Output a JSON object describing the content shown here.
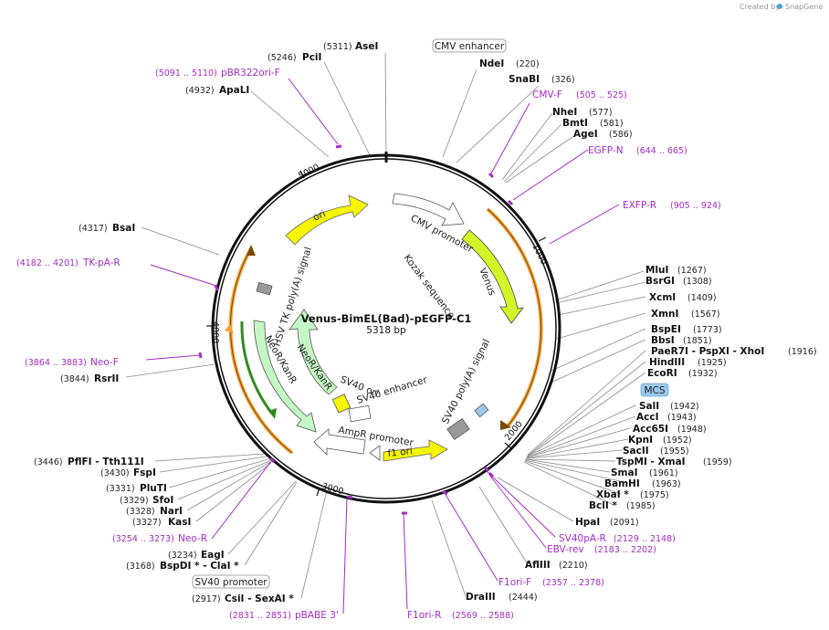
{
  "credit": {
    "text": "Created by",
    "brand": "SnapGene"
  },
  "plasmid": {
    "name": "Venus-BimEL(Bad)-pEGFP-C1",
    "size": "5318 bp"
  },
  "ticks": [
    "1000",
    "2000",
    "3000",
    "4000",
    "5000"
  ],
  "colors": {
    "backbone": "#111111",
    "venus": "#d4f42a",
    "ori": "#f5f500",
    "resistance": "#c5f7c5",
    "promoter": "#ffffff",
    "polyA_signal": "#9a9a9a",
    "mcs": "#9cc9ee",
    "primer": "#a32cc4",
    "orange_track": "#f4a23a",
    "green_track": "#2e8b1e"
  },
  "features": {
    "cmv_enhancer": "CMV enhancer",
    "cmv_promoter": "CMV promoter",
    "kozak": "Kozak sequence",
    "venus": "Venus",
    "sv40_polya": "SV40 poly(A) signal",
    "f1_ori": "f1 ori",
    "ampr_promoter": "AmpR promoter",
    "sv40_ori": "SV40 ori",
    "sv40_enhancer": "SV40 enhancer",
    "neokanr_inner": "NeoR/KanR",
    "neokanr_outer": "NeoR/KanR",
    "hsv_tk_polya": "HSV TK poly(A) signal",
    "ori": "ori",
    "sv40_promoter": "SV40 promoter",
    "mcs": "MCS"
  },
  "sites_right": [
    {
      "name": "NdeI",
      "pos": "(220)"
    },
    {
      "name": "SnaBI",
      "pos": "(326)"
    },
    {
      "name": "NheI",
      "pos": "(577)"
    },
    {
      "name": "BmtI",
      "pos": "(581)"
    },
    {
      "name": "AgeI",
      "pos": "(586)"
    },
    {
      "name": "MluI",
      "pos": "(1267)"
    },
    {
      "name": "BsrGI",
      "pos": "(1308)"
    },
    {
      "name": "XcmI",
      "pos": "(1409)"
    },
    {
      "name": "XmnI",
      "pos": "(1567)"
    },
    {
      "name": "BspEI",
      "pos": "(1773)"
    },
    {
      "name": "BbsI",
      "pos": "(1851)"
    },
    {
      "name": "PaeR7I - PspXI - XhoI",
      "pos": "(1916)"
    },
    {
      "name": "HindIII",
      "pos": "(1925)"
    },
    {
      "name": "EcoRI",
      "pos": "(1932)"
    },
    {
      "name": "SalI",
      "pos": "(1942)"
    },
    {
      "name": "AccI",
      "pos": "(1943)"
    },
    {
      "name": "Acc65I",
      "pos": "(1948)"
    },
    {
      "name": "KpnI",
      "pos": "(1952)"
    },
    {
      "name": "SacII",
      "pos": "(1955)"
    },
    {
      "name": "TspMI - XmaI",
      "pos": "(1959)"
    },
    {
      "name": "SmaI",
      "pos": "(1961)"
    },
    {
      "name": "BamHI",
      "pos": "(1963)"
    },
    {
      "name": "XbaI *",
      "pos": "(1975)"
    },
    {
      "name": "BclI *",
      "pos": "(1985)"
    },
    {
      "name": "HpaI",
      "pos": "(2091)"
    },
    {
      "name": "AflIII",
      "pos": "(2210)"
    },
    {
      "name": "DraIII",
      "pos": "(2444)"
    }
  ],
  "sites_left": [
    {
      "name": "AseI",
      "pos": "(5311)"
    },
    {
      "name": "PciI",
      "pos": "(5246)"
    },
    {
      "name": "ApaLI",
      "pos": "(4932)"
    },
    {
      "name": "BsaI",
      "pos": "(4317)"
    },
    {
      "name": "RsrII",
      "pos": "(3844)"
    },
    {
      "name": "PflFI - Tth111I",
      "pos": "(3446)"
    },
    {
      "name": "FspI",
      "pos": "(3430)"
    },
    {
      "name": "PluTI",
      "pos": "(3331)"
    },
    {
      "name": "SfoI",
      "pos": "(3329)"
    },
    {
      "name": "NarI",
      "pos": "(3328)"
    },
    {
      "name": "KasI",
      "pos": "(3327)"
    },
    {
      "name": "EagI",
      "pos": "(3234)"
    },
    {
      "name": "BspDI * - ClaI *",
      "pos": "(3168)"
    },
    {
      "name": "CsiI - SexAI *",
      "pos": "(2917)"
    }
  ],
  "primers": [
    {
      "name": "pBR322ori-F",
      "pos": "(5091 .. 5110)"
    },
    {
      "name": "CMV-F",
      "pos": "(505 .. 525)"
    },
    {
      "name": "EGFP-N",
      "pos": "(644 .. 665)"
    },
    {
      "name": "EXFP-R",
      "pos": "(905 .. 924)"
    },
    {
      "name": "TK-pA-R",
      "pos": "(4182 .. 4201)"
    },
    {
      "name": "Neo-F",
      "pos": "(3864 .. 3883)"
    },
    {
      "name": "Neo-R",
      "pos": "(3254 .. 3273)"
    },
    {
      "name": "SV40pA-R",
      "pos": "(2129 .. 2148)"
    },
    {
      "name": "EBV-rev",
      "pos": "(2183 .. 2202)"
    },
    {
      "name": "F1ori-F",
      "pos": "(2357 .. 2378)"
    },
    {
      "name": "F1ori-R",
      "pos": "(2569 .. 2588)"
    },
    {
      "name": "pBABE 3'",
      "pos": "(2831 .. 2851)"
    }
  ]
}
